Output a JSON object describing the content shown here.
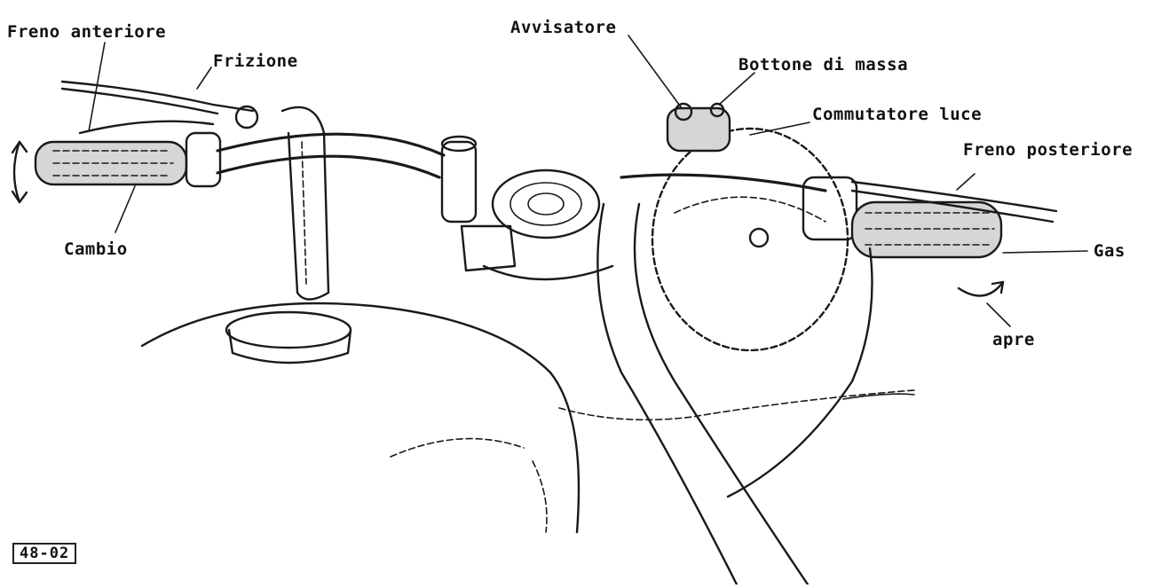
{
  "diagram": {
    "labels": {
      "front_brake": "Freno anteriore",
      "clutch": "Frizione",
      "horn": "Avvisatore",
      "ground_button": "Bottone di massa",
      "light_switch": "Commutatore luce",
      "rear_brake": "Freno posteriore",
      "gear_shift": "Cambio",
      "throttle": "Gas",
      "opens": "apre"
    },
    "figure_code": "48-02"
  }
}
